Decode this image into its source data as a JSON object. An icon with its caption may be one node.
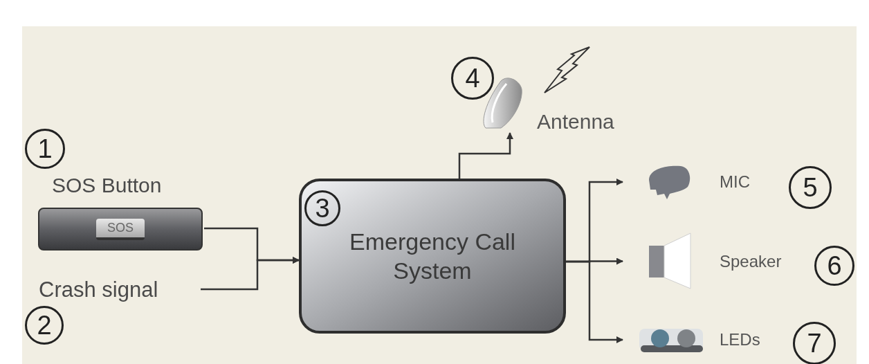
{
  "diagram": {
    "nodes": [
      {
        "text": [
          "SOS Button",
          "SOS"
        ]
      },
      {
        "text": [
          "Crash signal"
        ]
      },
      {
        "text": [
          "Emergency Call System"
        ]
      },
      {
        "text": [
          "Antenna"
        ]
      },
      {
        "text": [
          "MIC"
        ]
      },
      {
        "text": [
          "Speaker"
        ]
      },
      {
        "text": [
          "LEDs"
        ]
      }
    ],
    "edges": [
      {
        "from": 0,
        "to": 2,
        "arrow": "to"
      },
      {
        "from": 1,
        "to": 2,
        "arrow": "to"
      },
      {
        "from": 2,
        "to": 3,
        "arrow": "to"
      },
      {
        "from": 2,
        "to": 4,
        "arrow": "to"
      },
      {
        "from": 2,
        "to": 5,
        "arrow": "to"
      },
      {
        "from": 2,
        "to": 6,
        "arrow": "to"
      }
    ],
    "labels": [
      "1",
      "2",
      "3",
      "4",
      "5",
      "6",
      "7"
    ]
  }
}
